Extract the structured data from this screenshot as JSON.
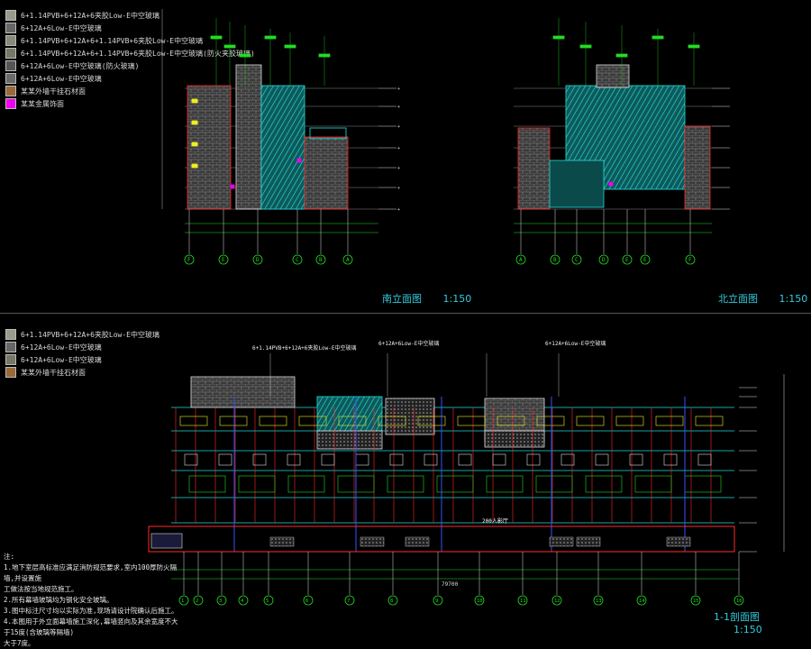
{
  "legend_top": [
    {
      "label": "6+1.14PVB+6+12A+6夹胶Low-E中空玻璃",
      "color": "#9a9a8a"
    },
    {
      "label": "6+12A+6Low-E中空玻璃",
      "color": "#666666"
    },
    {
      "label": "6+1.14PVB+6+12A+6+1.14PVB+6夹胶Low-E中空玻璃",
      "color": "#8a8a7a"
    },
    {
      "label": "6+1.14PVB+6+12A+6+1.14PVB+6夹胶Low-E中空玻璃(防火夹胶玻璃)",
      "color": "#777766"
    },
    {
      "label": "6+12A+6Low-E中空玻璃(防火玻璃)",
      "color": "#555555"
    },
    {
      "label": "6+12A+6Low-E中空玻璃",
      "color": "#6a6a6a"
    },
    {
      "label": "某某外墙干挂石材面",
      "color": "#9a6a3a"
    },
    {
      "label": "某某金属饰面",
      "color": "#ee00ee"
    }
  ],
  "legend_bottom": [
    {
      "label": "6+1.14PVB+6+12A+6夹胶Low-E中空玻璃",
      "color": "#9a9a8a"
    },
    {
      "label": "6+12A+6Low-E中空玻璃",
      "color": "#666666"
    },
    {
      "label": "6+12A+6Low-E中空玻璃",
      "color": "#777766"
    },
    {
      "label": "某某外墙干挂石材面",
      "color": "#9a6a3a"
    }
  ],
  "titles": {
    "south": "南立面图",
    "south_scale": "1:150",
    "north": "北立面图",
    "north_scale": "1:150",
    "section": "1-1剖面图",
    "section_scale": "1:150"
  },
  "notes": [
    "注:",
    "1.地下室层高标准应满足消防规范要求,室内100厚防火隔墙,并设置施",
    "工做法按当地规范施工。",
    "2.所有幕墙玻璃均为钢化安全玻璃。",
    "3.图中标注尺寸均以实际为准,现场请设计院确认后施工。",
    "4.本图用于外立面幕墙施工深化,幕墙竖向及其余宽度不大于15度(含玻璃等隔墙)",
    "大于7度。"
  ],
  "section_labels": {
    "top_glass_a": "6+1.14PVB+6+12A+6夹胶Low-E中空玻璃",
    "top_glass_b": "6+12A+6Low-E中空玻璃",
    "top_glass_c": "6+12A+6Low-E中空玻璃",
    "cinema": "200人影厅",
    "total_dim": "79700"
  },
  "colors": {
    "cyan": "#22dddd",
    "red": "#ff2a2a",
    "yellow": "#eeee22",
    "green": "#22dd22",
    "white": "#dddddd",
    "grey": "#8a8a8a",
    "magenta": "#ee00ee",
    "blue": "#3355ff"
  }
}
